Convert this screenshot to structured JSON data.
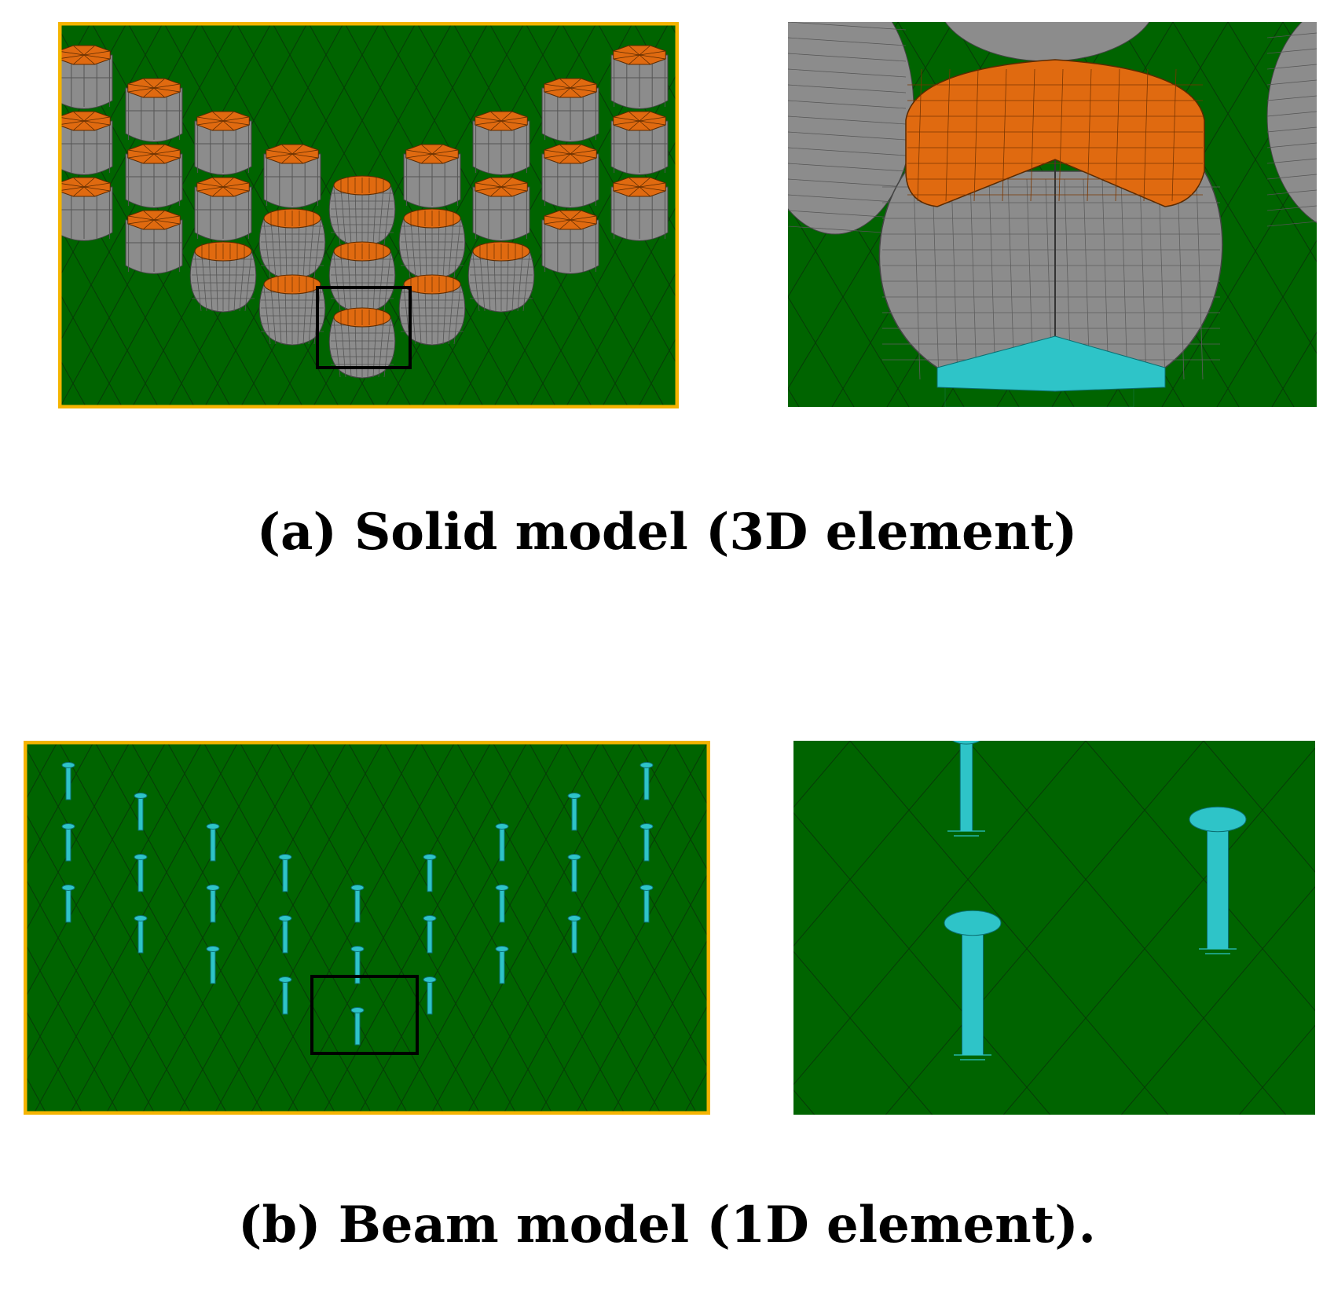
{
  "figure": {
    "caption_a": "(a) Solid model (3D element)",
    "caption_b": "(b) Beam model (1D element)."
  },
  "colors": {
    "ground": "#006400",
    "mesh": "#0b2e0b",
    "pier_gray": "#8c8c8c",
    "pier_orange": "#e06a10",
    "beam_cyan": "#2ec4c8",
    "frame_yellow": "#f5b400",
    "zoom_box": "#000000"
  },
  "panels": {
    "solid_overview": {
      "depicts": "grid of octagonal piers and bulb-shaped piers on meshed ground",
      "highlight": "zoom-box"
    },
    "solid_zoom": {
      "depicts": "cutaway bulb pier with orange cap and cyan base"
    },
    "beam_overview": {
      "depicts": "grid of beam pier elements on meshed ground",
      "highlight": "zoom-box"
    },
    "beam_zoom": {
      "depicts": "three beam elements with disk heads"
    }
  }
}
